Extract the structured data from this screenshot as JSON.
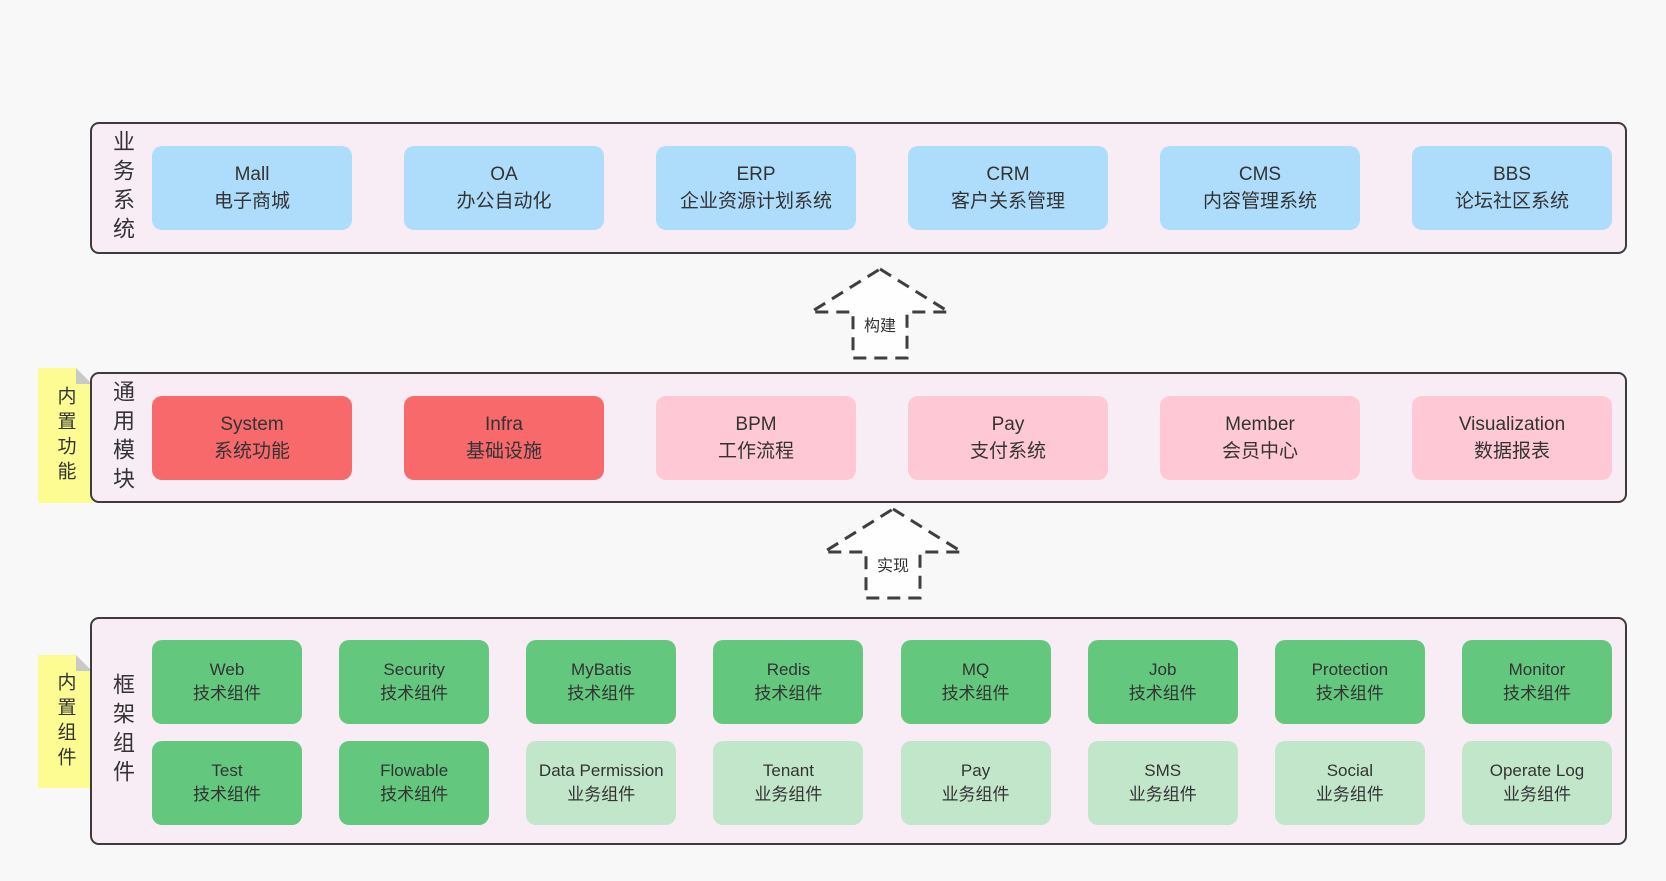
{
  "colors": {
    "page_background": "#f8f8f8",
    "panel_background": "#f9edf5",
    "panel_border": "#3c3c3c",
    "business_box": "#aeddfb",
    "module_highlight_box": "#f7696b",
    "module_box": "#fec9d4",
    "tech_component_box": "#63c87d",
    "biz_component_box": "#c2e6ca",
    "sticky_note": "#fcfc92",
    "note_fold": "#c9c9c9",
    "text": "#333333"
  },
  "arrows": {
    "build": "构建",
    "implement": "实现"
  },
  "sections": {
    "business": {
      "label": "业务系统",
      "boxes": [
        {
          "title": "Mall",
          "subtitle": "电子商城"
        },
        {
          "title": "OA",
          "subtitle": "办公自动化"
        },
        {
          "title": "ERP",
          "subtitle": "企业资源计划系统"
        },
        {
          "title": "CRM",
          "subtitle": "客户关系管理"
        },
        {
          "title": "CMS",
          "subtitle": "内容管理系统"
        },
        {
          "title": "BBS",
          "subtitle": "论坛社区系统"
        }
      ]
    },
    "modules": {
      "label": "通用模块",
      "note": "内置功能",
      "boxes": [
        {
          "title": "System",
          "subtitle": "系统功能",
          "variant": "red"
        },
        {
          "title": "Infra",
          "subtitle": "基础设施",
          "variant": "red"
        },
        {
          "title": "BPM",
          "subtitle": "工作流程",
          "variant": "pink"
        },
        {
          "title": "Pay",
          "subtitle": "支付系统",
          "variant": "pink"
        },
        {
          "title": "Member",
          "subtitle": "会员中心",
          "variant": "pink"
        },
        {
          "title": "Visualization",
          "subtitle": "数据报表",
          "variant": "pink"
        }
      ]
    },
    "components": {
      "label": "框架组件",
      "note": "内置组件",
      "rows": [
        [
          {
            "title": "Web",
            "subtitle": "技术组件",
            "variant": "green"
          },
          {
            "title": "Security",
            "subtitle": "技术组件",
            "variant": "green"
          },
          {
            "title": "MyBatis",
            "subtitle": "技术组件",
            "variant": "green"
          },
          {
            "title": "Redis",
            "subtitle": "技术组件",
            "variant": "green"
          },
          {
            "title": "MQ",
            "subtitle": "技术组件",
            "variant": "green"
          },
          {
            "title": "Job",
            "subtitle": "技术组件",
            "variant": "green"
          },
          {
            "title": "Protection",
            "subtitle": "技术组件",
            "variant": "green"
          },
          {
            "title": "Monitor",
            "subtitle": "技术组件",
            "variant": "green"
          }
        ],
        [
          {
            "title": "Test",
            "subtitle": "技术组件",
            "variant": "green"
          },
          {
            "title": "Flowable",
            "subtitle": "技术组件",
            "variant": "green"
          },
          {
            "title": "Data Permission",
            "subtitle": "业务组件",
            "variant": "lightgreen"
          },
          {
            "title": "Tenant",
            "subtitle": "业务组件",
            "variant": "lightgreen"
          },
          {
            "title": "Pay",
            "subtitle": "业务组件",
            "variant": "lightgreen"
          },
          {
            "title": "SMS",
            "subtitle": "业务组件",
            "variant": "lightgreen"
          },
          {
            "title": "Social",
            "subtitle": "业务组件",
            "variant": "lightgreen"
          },
          {
            "title": "Operate Log",
            "subtitle": "业务组件",
            "variant": "lightgreen"
          }
        ]
      ]
    }
  }
}
